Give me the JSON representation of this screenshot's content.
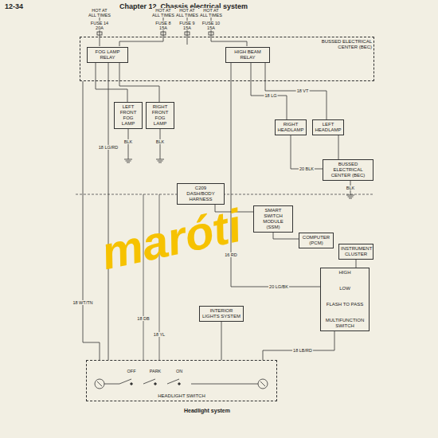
{
  "diagram": {
    "title": "Chapter 12  Chassis electrical system",
    "caption": "Headlight system",
    "nodes": [
      {
        "text": [
          "BUSSED ELECTRICAL CENTER (BEC)"
        ]
      },
      {
        "text": [
          "FOG LAMP RELAY"
        ],
        "in": 0
      },
      {
        "text": [
          "HIGH BEAM RELAY"
        ],
        "in": 0
      },
      {
        "text": [
          "LEFT FRONT FOG LAMP"
        ]
      },
      {
        "text": [
          "RIGHT FRONT FOG LAMP"
        ]
      },
      {
        "text": [
          "RIGHT HEADLAMP"
        ]
      },
      {
        "text": [
          "LEFT HEADLAMP"
        ]
      },
      {
        "text": [
          "BUSSED ELECTRICAL CENTER (BEC)"
        ]
      },
      {
        "text": [
          "C209",
          "DASH/BODY HARNESS"
        ]
      },
      {
        "text": [
          "SMART SWITCH MODULE (SSM)"
        ]
      },
      {
        "text": [
          "COMPUTER (PCM)"
        ]
      },
      {
        "text": [
          "INSTRUMENT CLUSTER"
        ]
      },
      {
        "text": [
          "HIGH",
          "LOW",
          "FLASH TO PASS",
          "MULTIFUNCTION SWITCH"
        ]
      },
      {
        "text": [
          "INTERIOR LIGHTS SYSTEM"
        ]
      },
      {
        "text": [
          "HEADLIGHT SWITCH"
        ]
      }
    ],
    "edges": [
      {
        "from": 1,
        "to": 3,
        "arrow": "none"
      },
      {
        "from": 1,
        "to": 4,
        "arrow": "none"
      },
      {
        "from": 2,
        "to": 5,
        "arrow": "none"
      },
      {
        "from": 2,
        "to": 6,
        "arrow": "none"
      },
      {
        "from": 5,
        "to": 7,
        "arrow": "none"
      },
      {
        "from": 6,
        "to": 7,
        "arrow": "none"
      },
      {
        "from": 0,
        "to": 14,
        "arrow": "none"
      },
      {
        "from": 1,
        "to": 14,
        "arrow": "none"
      },
      {
        "from": 2,
        "to": 12,
        "arrow": "none"
      },
      {
        "from": 12,
        "to": 14,
        "arrow": "none"
      },
      {
        "from": 14,
        "to": 13,
        "arrow": "none"
      },
      {
        "from": 9,
        "to": 10,
        "arrow": "none"
      },
      {
        "from": 8,
        "to": 9,
        "arrow": "none"
      },
      {
        "from": 12,
        "to": 11,
        "arrow": "none"
      }
    ],
    "labels": [
      "12-34",
      "maróti",
      "HOT AT ALL TIMES",
      "HOT AT ALL TIMES",
      "HOT AT ALL TIMES",
      "HOT AT ALL TIMES",
      "FUSE 14 20A",
      "FUSE 8 15A",
      "FUSE 9 15A",
      "FUSE 10 15A",
      "18 LG/RD",
      "BLK",
      "BLK",
      "18 LG",
      "18 VT",
      "20 BLK",
      "18 WT/TN",
      "16 RD",
      "20 LG/BK",
      "18 LB/RD",
      "18 DB",
      "18 YL",
      "OFF",
      "PARK",
      "ON",
      "BLK"
    ]
  }
}
